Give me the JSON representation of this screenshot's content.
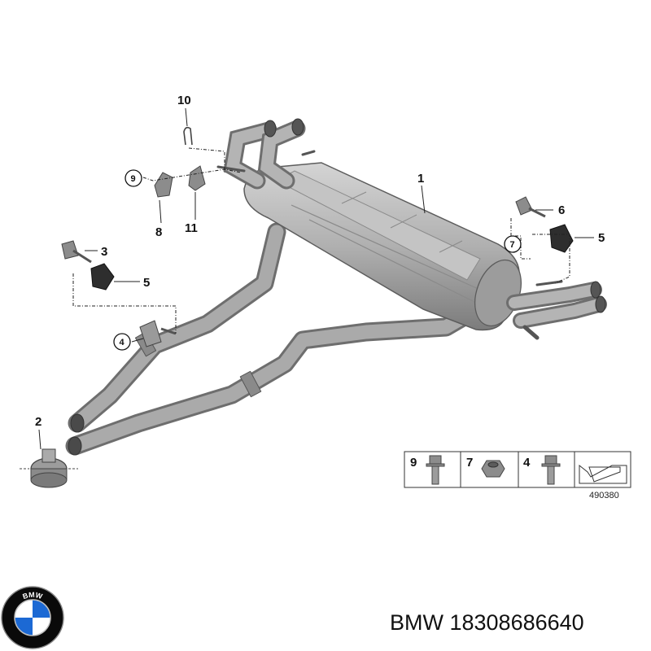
{
  "callouts": {
    "c1": "1",
    "c2": "2",
    "c3": "3",
    "c4": "4",
    "c5a": "5",
    "c5b": "5",
    "c6": "6",
    "c7": "7",
    "c8": "8",
    "c9": "9",
    "c10": "10",
    "c11": "11"
  },
  "hardware_table": {
    "items": [
      "9",
      "7",
      "4"
    ],
    "reference": "490380"
  },
  "brand": {
    "logo_text": "BMW",
    "caption": "BMW 18308686640"
  },
  "colors": {
    "metal": "#9a9a9a",
    "metal_light": "#c8c8c8",
    "metal_dark": "#6e6e6e",
    "rubber": "#2e2e2e",
    "logo_blue": "#1c69d4"
  }
}
